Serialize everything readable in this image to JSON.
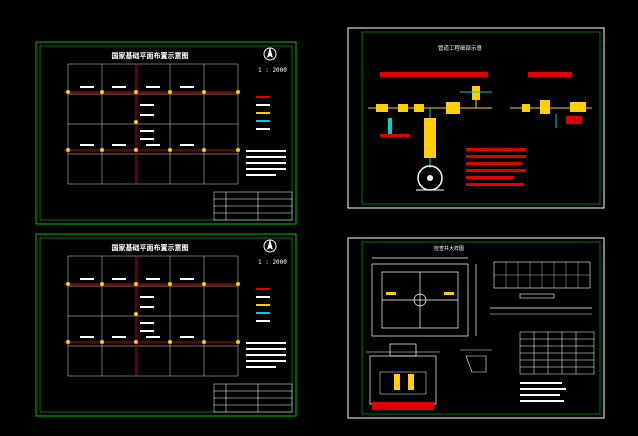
{
  "sheets": {
    "top_left": {
      "title": "国家基础平面布置示意图",
      "scale": "1 : 2000"
    },
    "bottom_left": {
      "title": "国家基础平面布置示意图",
      "scale": "1 : 2000"
    },
    "top_right": {
      "title": "管道工程细部示意"
    },
    "bottom_right": {
      "title": "检查井大样图"
    }
  },
  "colors": {
    "frame": "#00c000",
    "pipe_red": "#e00000",
    "grid_white": "#d8d8d8",
    "marker_yellow": "#ffd000",
    "cyan": "#00d0d0"
  }
}
